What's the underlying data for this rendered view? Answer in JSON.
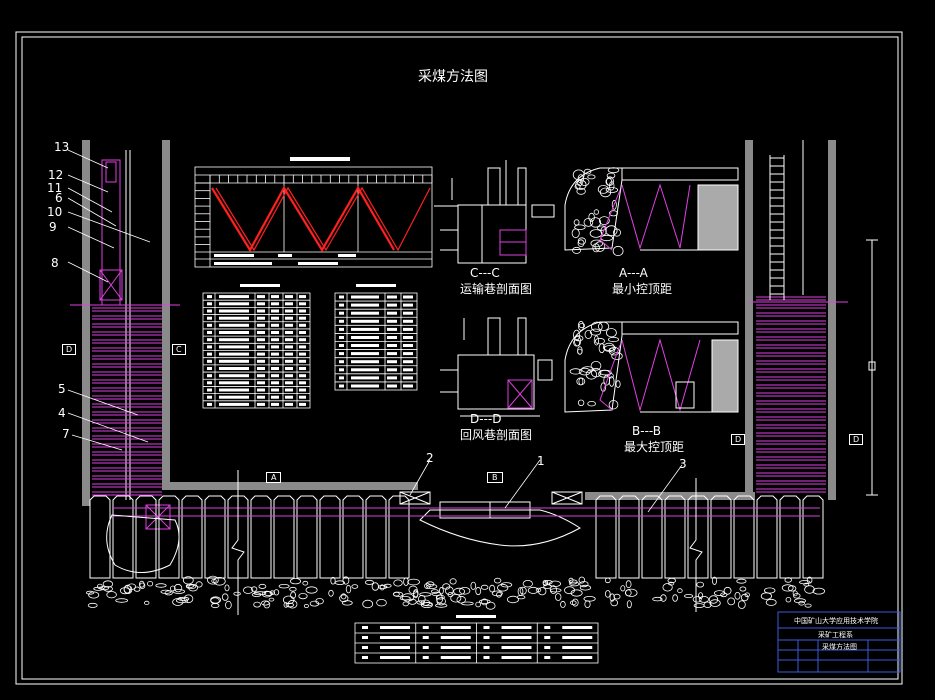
{
  "drawing": {
    "title": "采煤方法图",
    "sections": [
      {
        "id": "C",
        "label": "C---C",
        "caption": "运输巷剖面图"
      },
      {
        "id": "A",
        "label": "A---A",
        "caption": "最小控顶距"
      },
      {
        "id": "D",
        "label": "D---D",
        "caption": "回风巷剖面图"
      },
      {
        "id": "B",
        "label": "B---B",
        "caption": "最大控顶距"
      }
    ],
    "callouts": [
      "13",
      "12",
      "11",
      "6",
      "10",
      "9",
      "8",
      "5",
      "4",
      "7",
      "2",
      "1",
      "3"
    ],
    "markers": {
      "A": "A",
      "B": "B",
      "C": "C",
      "D": "D"
    },
    "title_block": {
      "line1": "中国矿山大学应用技术学院",
      "line2": "采矿工程系",
      "line3": "采煤方法图"
    },
    "colors": {
      "background": "#000000",
      "line": "#ffffff",
      "magenta": "#e040e0",
      "red": "#ff2020",
      "gray": "#888888",
      "blue": "#3a5bd9"
    }
  }
}
